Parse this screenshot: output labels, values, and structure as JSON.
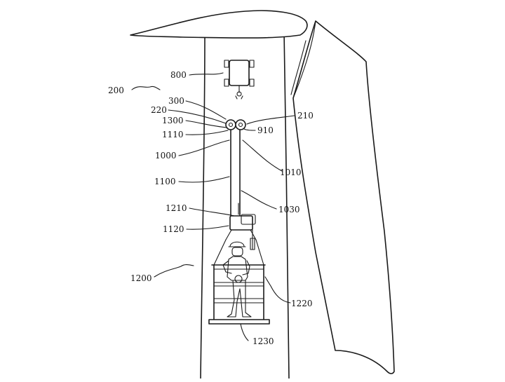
{
  "figure": {
    "labels": {
      "l200": "200",
      "l800": "800",
      "l300": "300",
      "l220": "220",
      "l1300": "1300",
      "l1110": "1110",
      "l1000": "1000",
      "l1100": "1100",
      "l1210": "1210",
      "l1120": "1120",
      "l1200": "1200",
      "l210": "210",
      "l910": "910",
      "l1010": "1010",
      "l1030": "1030",
      "l1220": "1220",
      "l1230": "1230"
    }
  }
}
